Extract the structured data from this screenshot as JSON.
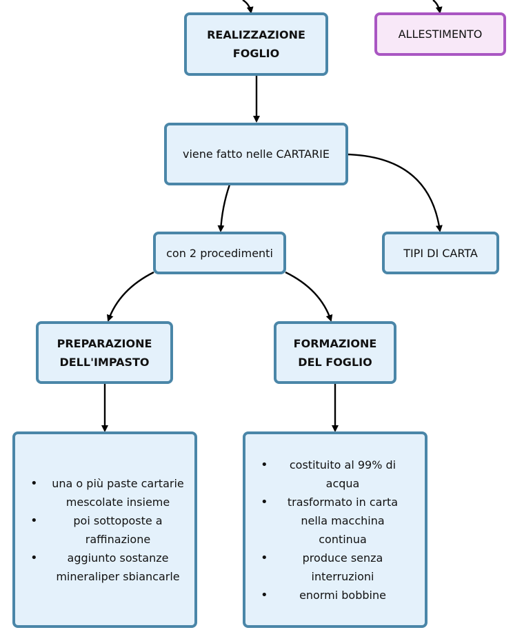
{
  "nodes": {
    "realizzazione": "REALIZZAZIONE FOGLIO",
    "allestimento": "ALLESTIMENTO",
    "cartarie": "viene fatto nelle CARTARIE",
    "procedimenti": "con 2 procedimenti",
    "tipi_carta": "TIPI DI CARTA",
    "preparazione": "PREPARAZIONE DELL'IMPASTO",
    "formazione": "FORMAZIONE DEL FOGLIO"
  },
  "preparazione_details": [
    "una o più paste cartarie mescolate insieme",
    "poi sottoposte a raffinazione",
    "aggiunto sostanze mineraliper sbiancarle"
  ],
  "formazione_details": [
    "costituito al 99% di acqua",
    "trasformato in carta nella macchina continua",
    "produce senza interruzioni",
    "enormi bobbine"
  ],
  "colors": {
    "node_fill": "#e4f1fb",
    "node_border": "#4a86a8",
    "accent_fill": "#f8e8f8",
    "accent_border": "#a956c2",
    "connector": "#000000"
  }
}
